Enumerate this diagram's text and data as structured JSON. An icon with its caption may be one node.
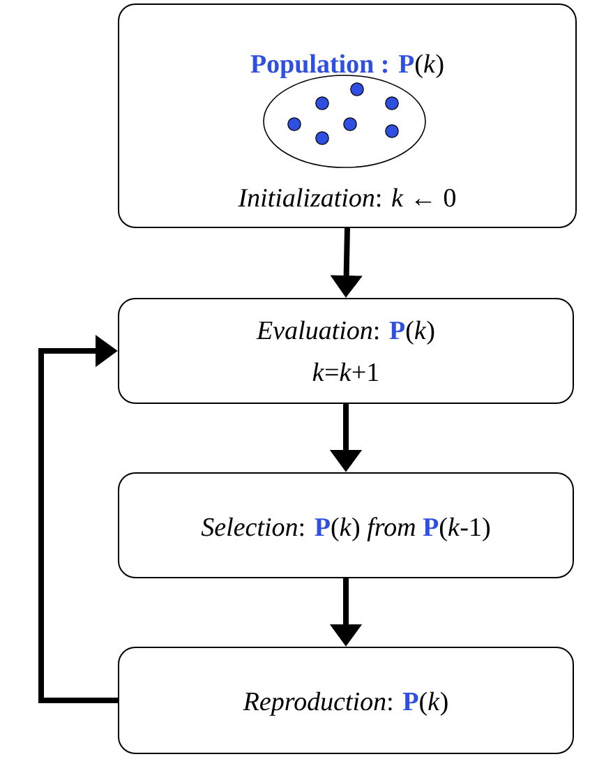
{
  "diagram": {
    "nodes": [
      {
        "text": [
          "**Population : P**(*k*)",
          "*Initialization*: *k* ← 0"
        ]
      },
      {
        "text": [
          "*Evaluation*:  **P**(*k*)",
          "*k*=*k*+1"
        ]
      },
      {
        "text": [
          "*Selection*: **P**(*k*) *from* **P**(*k*-1)"
        ]
      },
      {
        "text": [
          "*Reproduction*: **P**(*k*)"
        ]
      }
    ],
    "edges": [
      {
        "from": 0,
        "to": 1,
        "arrow": "to"
      },
      {
        "from": 1,
        "to": 2,
        "arrow": "to"
      },
      {
        "from": 2,
        "to": 3,
        "arrow": "to"
      },
      {
        "from": 3,
        "to": 1,
        "arrow": "to"
      }
    ]
  }
}
